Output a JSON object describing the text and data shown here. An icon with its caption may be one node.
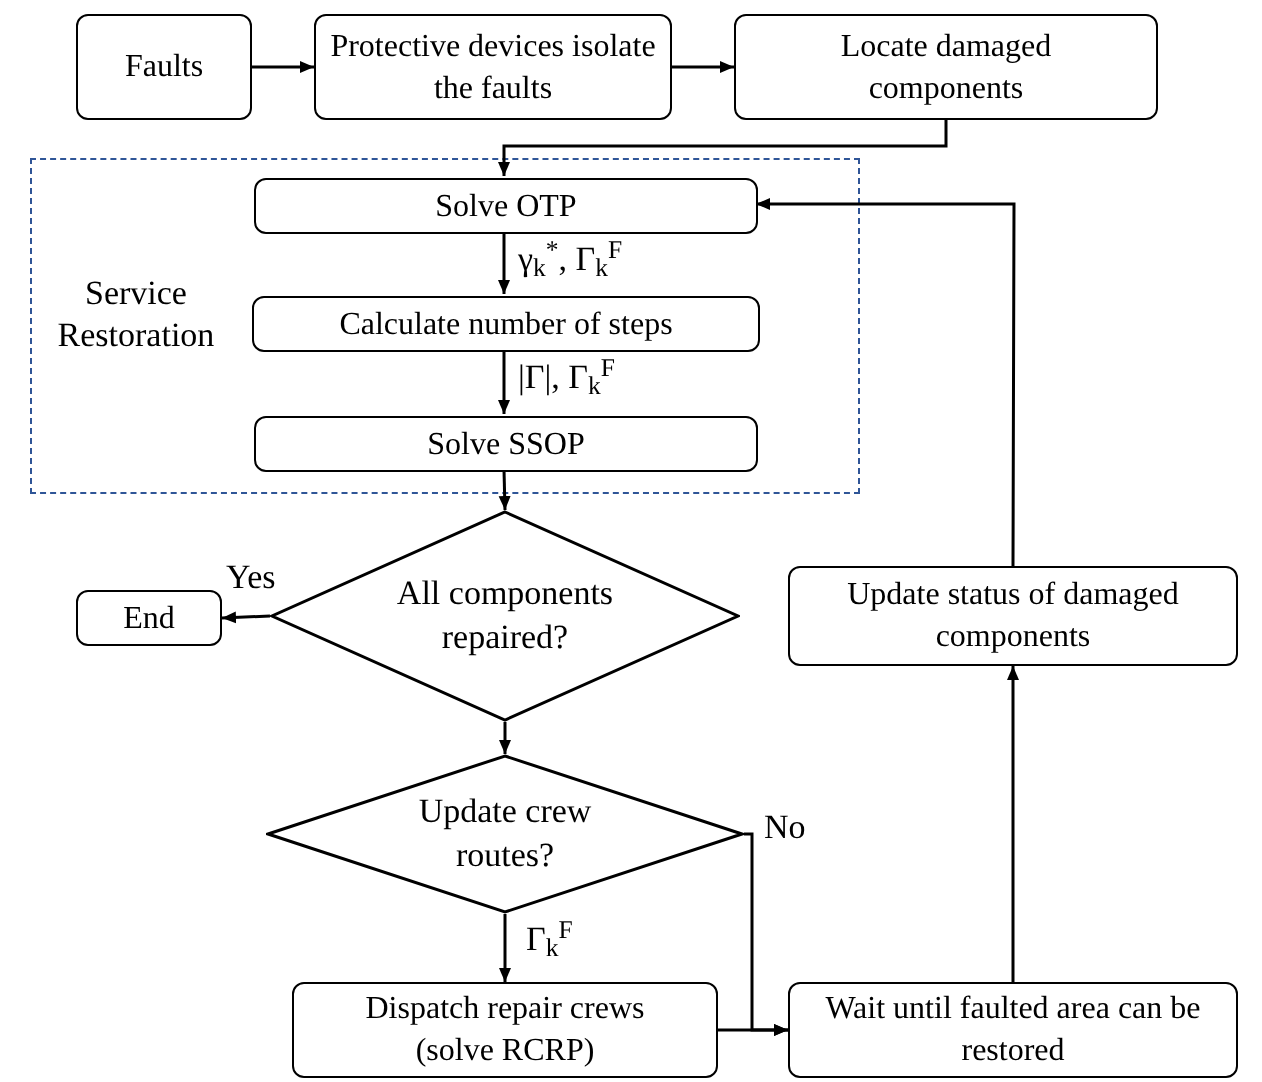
{
  "diagram": {
    "nodes": [
      {
        "text": [
          "Faults"
        ]
      },
      {
        "text": [
          "Protective devices isolate the faults"
        ]
      },
      {
        "text": [
          "Locate damaged components"
        ]
      },
      {
        "text": [
          "Service Restoration"
        ]
      },
      {
        "text": [
          "Solve OTP"
        ],
        "in": 3
      },
      {
        "text": [
          "Calculate number of steps"
        ],
        "in": 3
      },
      {
        "text": [
          "Solve SSOP"
        ],
        "in": 3
      },
      {
        "text": [
          "End"
        ]
      },
      {
        "text": [
          "All components repaired?"
        ]
      },
      {
        "text": [
          "Update status of damaged components"
        ]
      },
      {
        "text": [
          "Update crew routes?"
        ]
      },
      {
        "text": [
          "Dispatch repair crews (solve RCRP)"
        ]
      },
      {
        "text": [
          "Wait until faulted area can be restored"
        ]
      }
    ],
    "edges": [
      {
        "from": 0,
        "to": 1,
        "arrow": "to"
      },
      {
        "from": 1,
        "to": 2,
        "arrow": "to"
      },
      {
        "from": 2,
        "to": 4,
        "arrow": "to"
      },
      {
        "from": 4,
        "to": 5,
        "arrow": "to",
        "label": "γ$_{k}$$^{*}$, Γ$_{k}$$^{F}$"
      },
      {
        "from": 5,
        "to": 6,
        "arrow": "to",
        "label": "|Γ|, Γ$_{k}$$^{F}$"
      },
      {
        "from": 6,
        "to": 8,
        "arrow": "to"
      },
      {
        "from": 8,
        "to": 7,
        "arrow": "to",
        "label": "Yes"
      },
      {
        "from": 8,
        "to": 10,
        "arrow": "to"
      },
      {
        "from": 10,
        "to": 12,
        "arrow": "to",
        "label": "No"
      },
      {
        "from": 11,
        "to": 12,
        "arrow": "to"
      },
      {
        "from": 10,
        "to": 11,
        "arrow": "to",
        "label": "Γ$_{k}$$^{F}$"
      },
      {
        "from": 12,
        "to": 9,
        "arrow": "to"
      },
      {
        "from": 9,
        "to": 4,
        "arrow": "to"
      }
    ]
  }
}
